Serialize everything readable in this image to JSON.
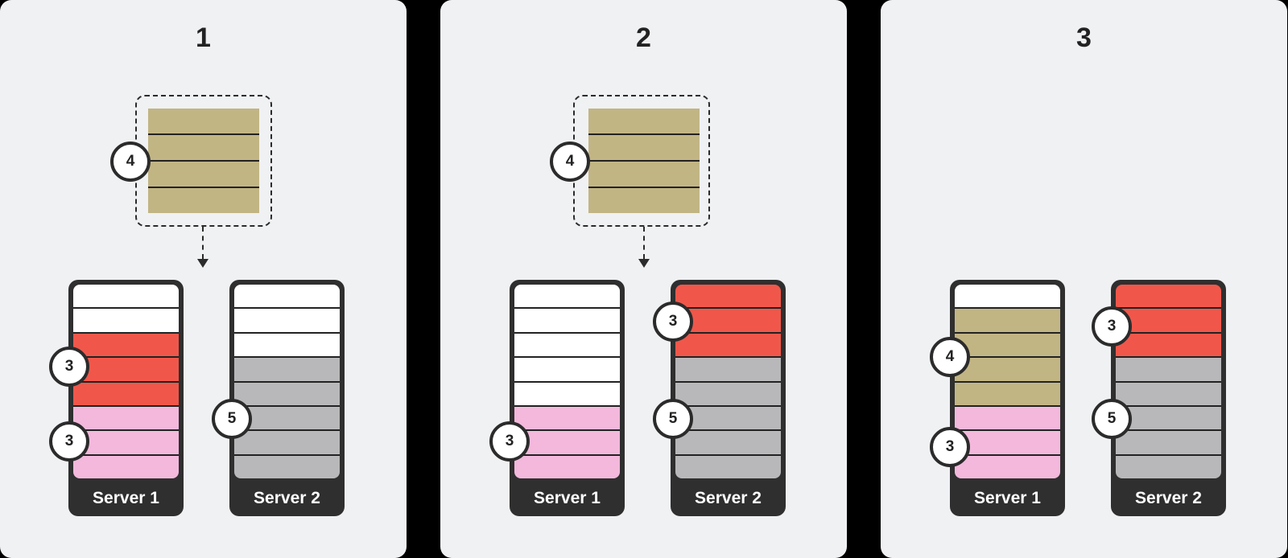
{
  "colors": {
    "panel_bg": "#f0f1f3",
    "page_bg": "#000000",
    "empty": "#ffffff",
    "red": "#f0574a",
    "pink": "#f3b8dc",
    "tan": "#c2b584",
    "gray": "#b8b8ba",
    "server_body": "#2f2f2f"
  },
  "panels": [
    {
      "title": "1",
      "pending": {
        "badge": "4",
        "color": "tan",
        "rows": 4
      },
      "servers": [
        {
          "label": "Server 1",
          "slots": [
            "empty",
            "empty",
            "red",
            "red",
            "red",
            "pink",
            "pink",
            "pink"
          ],
          "badges": [
            "3",
            "3"
          ]
        },
        {
          "label": "Server 2",
          "slots": [
            "empty",
            "empty",
            "empty",
            "gray",
            "gray",
            "gray",
            "gray",
            "gray"
          ],
          "badges": [
            "5"
          ]
        }
      ]
    },
    {
      "title": "2",
      "pending": {
        "badge": "4",
        "color": "tan",
        "rows": 4
      },
      "servers": [
        {
          "label": "Server 1",
          "slots": [
            "empty",
            "empty",
            "empty",
            "empty",
            "empty",
            "pink",
            "pink",
            "pink"
          ],
          "badges": [
            "3"
          ]
        },
        {
          "label": "Server 2",
          "slots": [
            "red",
            "red",
            "red",
            "gray",
            "gray",
            "gray",
            "gray",
            "gray"
          ],
          "badges": [
            "3",
            "5"
          ]
        }
      ]
    },
    {
      "title": "3",
      "pending": null,
      "servers": [
        {
          "label": "Server 1",
          "slots": [
            "empty",
            "tan",
            "tan",
            "tan",
            "tan",
            "pink",
            "pink",
            "pink"
          ],
          "badges": [
            "4",
            "3"
          ]
        },
        {
          "label": "Server 2",
          "slots": [
            "red",
            "red",
            "red",
            "gray",
            "gray",
            "gray",
            "gray",
            "gray"
          ],
          "badges": [
            "3",
            "5"
          ]
        }
      ]
    }
  ]
}
